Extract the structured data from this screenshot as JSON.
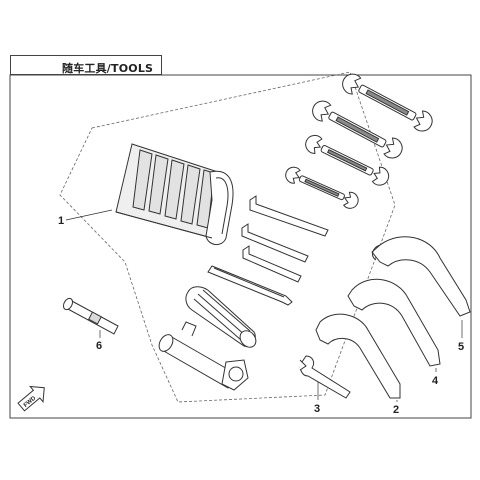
{
  "title": "随车工具/TOOLS",
  "fwd_label": "FWD",
  "callouts": [
    "1",
    "2",
    "3",
    "4",
    "5",
    "6"
  ],
  "colors": {
    "line": "#333333",
    "fill": "#ffffff",
    "shade": "#d9d9d9",
    "dark": "#8a8a8a"
  }
}
